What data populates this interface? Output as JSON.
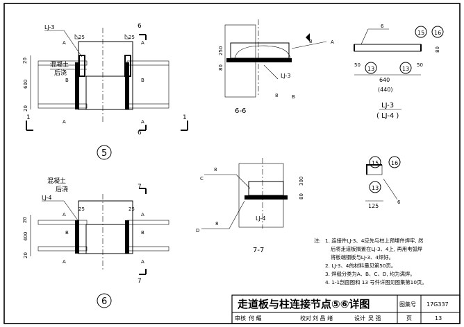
{
  "detail5": {
    "circle_label": "5",
    "lj_tag": "LJ-3",
    "weld_size_left": "25",
    "weld_size_right": "25",
    "section_num": "6",
    "concrete_label": "混凝土",
    "concrete_label2": "后浇",
    "dim_top": "20",
    "dim_mid": "600",
    "dim_bot": "20",
    "marker_a": "A",
    "marker_b": "B",
    "cut_num": "1"
  },
  "detail6": {
    "circle_label": "6",
    "lj_tag": "LJ-4",
    "weld_size_left": "25",
    "weld_size_right": "25",
    "section_num": "7",
    "concrete_label": "混凝土",
    "concrete_label2": "后浇",
    "dim_top": "20",
    "dim_mid": "400",
    "dim_bot": "20",
    "marker_a": "A",
    "marker_b": "B"
  },
  "section66": {
    "caption": "6-6",
    "dim_80": "80",
    "dim_250": "250",
    "weld_8a": "8",
    "weld_8b": "8",
    "tag_a": "A",
    "tag_b": "B",
    "lj": "LJ-3"
  },
  "section77": {
    "caption": "7-7",
    "dim_80": "80",
    "dim_300": "300",
    "weld_8c": "8",
    "weld_8d": "8",
    "tag_c": "C",
    "tag_d": "D",
    "lj": "LJ-4"
  },
  "lj_detail": {
    "caption": "LJ-3",
    "caption2": "( LJ-4 )",
    "weld": "6",
    "circ1": "15",
    "circ2": "16",
    "circ3": "13",
    "dim_left": "50",
    "dim_right": "50",
    "dim_width": "640",
    "dim_width2": "(440)",
    "dim_h": "80"
  },
  "angle_detail": {
    "circ1": "15",
    "circ2": "16",
    "circ3": "13",
    "dim": "125",
    "weld": "6"
  },
  "notes": {
    "prefix": "注:",
    "lines": [
      "1. 连接件LJ-3、4应先与柱上预埋件焊牢, 然",
      "后将走道板搁置在LJ-3、4上, 再用电弧焊",
      "将板端钢板与LJ-3、4焊好。",
      "2. LJ-3、4的材料量见第50页。",
      "3. 焊缝分类为A、B、C、D, 均为满焊。",
      "4. 1-1剖面图和 13 号件详图见图集第10页。"
    ]
  },
  "title_block": {
    "title": "走道板与柱连接节点⑤⑥详图",
    "atlas_label": "图集号",
    "atlas_no": "17G337",
    "review": "审核",
    "reviewer": "何 耀",
    "check": "校对",
    "checker": "刘 昌 绪",
    "design": "设计",
    "designer": "吴 强",
    "page_label": "页",
    "page_no": "13"
  }
}
